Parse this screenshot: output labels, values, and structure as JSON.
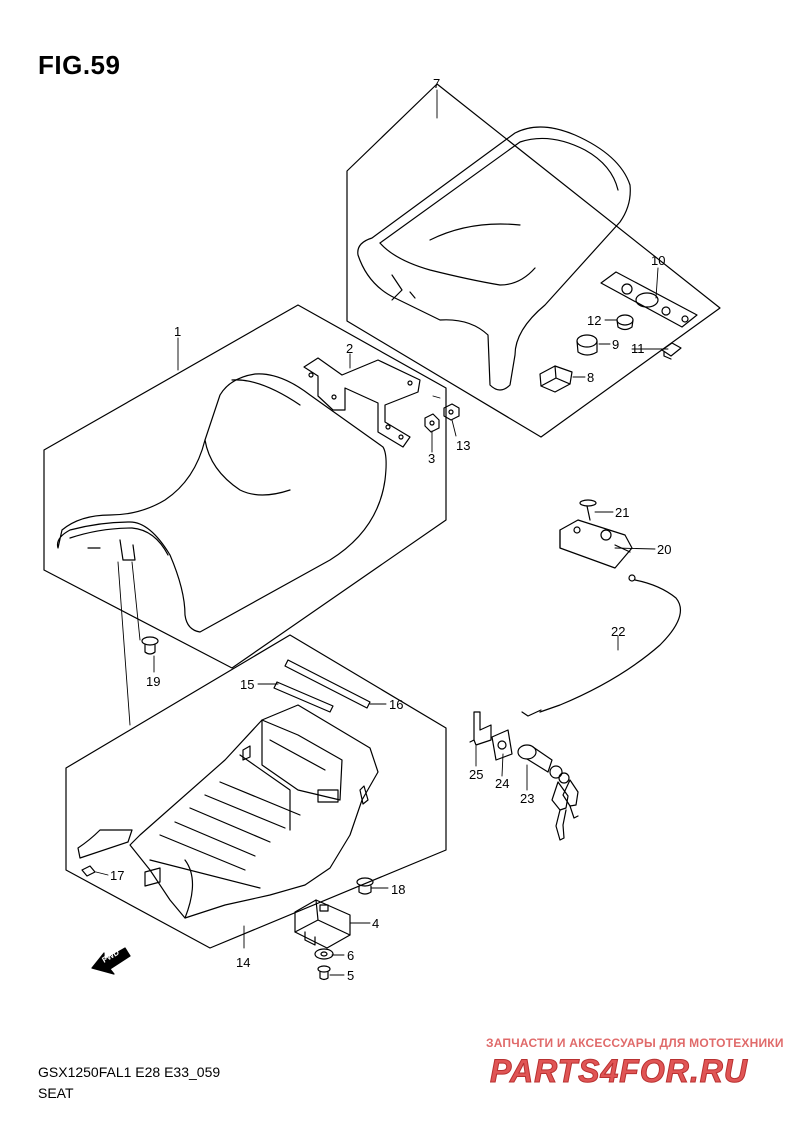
{
  "figure": {
    "title": "FIG.59",
    "model_code": "GSX1250FAL1 E28 E33_059",
    "section": "SEAT"
  },
  "fwd_arrow": {
    "label": "FWD"
  },
  "callouts": [
    {
      "id": "1",
      "label": "1"
    },
    {
      "id": "2",
      "label": "2"
    },
    {
      "id": "3",
      "label": "3"
    },
    {
      "id": "4",
      "label": "4"
    },
    {
      "id": "5",
      "label": "5"
    },
    {
      "id": "6",
      "label": "6"
    },
    {
      "id": "7",
      "label": "7"
    },
    {
      "id": "8",
      "label": "8"
    },
    {
      "id": "9",
      "label": "9"
    },
    {
      "id": "10",
      "label": "10"
    },
    {
      "id": "11",
      "label": "11"
    },
    {
      "id": "12",
      "label": "12"
    },
    {
      "id": "13",
      "label": "13"
    },
    {
      "id": "14",
      "label": "14"
    },
    {
      "id": "15",
      "label": "15"
    },
    {
      "id": "16",
      "label": "16"
    },
    {
      "id": "17",
      "label": "17"
    },
    {
      "id": "18",
      "label": "18"
    },
    {
      "id": "19",
      "label": "19"
    },
    {
      "id": "20",
      "label": "20"
    },
    {
      "id": "21",
      "label": "21"
    },
    {
      "id": "22",
      "label": "22"
    },
    {
      "id": "23",
      "label": "23"
    },
    {
      "id": "24",
      "label": "24"
    },
    {
      "id": "25",
      "label": "25"
    }
  ],
  "watermark": {
    "caption": "ЗАПЧАСТИ И АКСЕССУАРЫ ДЛЯ МОТОТЕХНИКИ",
    "logo": "PARTS4FOR.RU",
    "color": "#e05555"
  }
}
